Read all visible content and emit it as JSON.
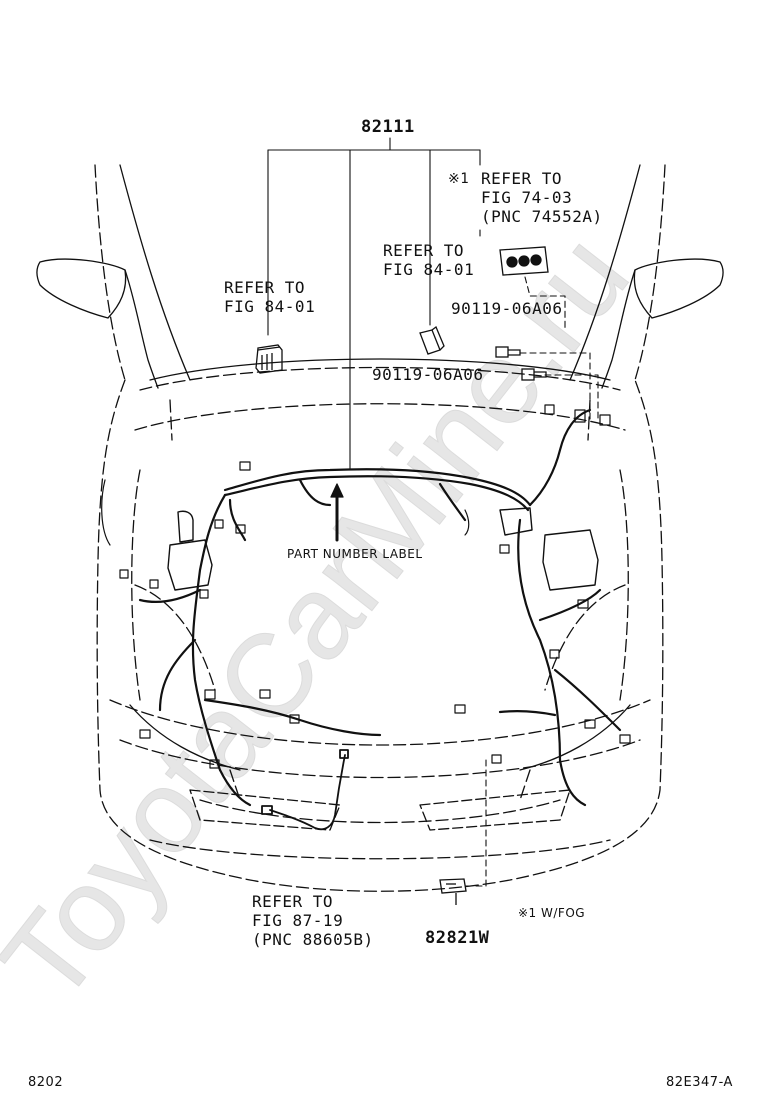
{
  "callouts": {
    "harness_pnc": "82111",
    "refer_left": [
      "REFER TO",
      "FIG 84-01"
    ],
    "refer_center": [
      "REFER TO",
      "FIG 84-01"
    ],
    "refer_right_mark": "※1",
    "refer_right": [
      "REFER TO",
      "FIG 74-03",
      "(PNC 74552A)"
    ],
    "bolt_upper": "90119-06A06",
    "bolt_lower": "90119-06A06",
    "label_pointer": "PART NUMBER LABEL",
    "refer_bottom": [
      "REFER TO",
      "FIG 87-19",
      "(PNC 88605B)"
    ],
    "relay_pnc": "82821W",
    "note": "※1 W/FOG"
  },
  "footer": {
    "page_code": "8202",
    "figure_code": "82E347-A"
  },
  "watermark": "ToyotaCarMine.ru",
  "colors": {
    "ink": "#111111",
    "watermark": "#e6e6e6"
  }
}
